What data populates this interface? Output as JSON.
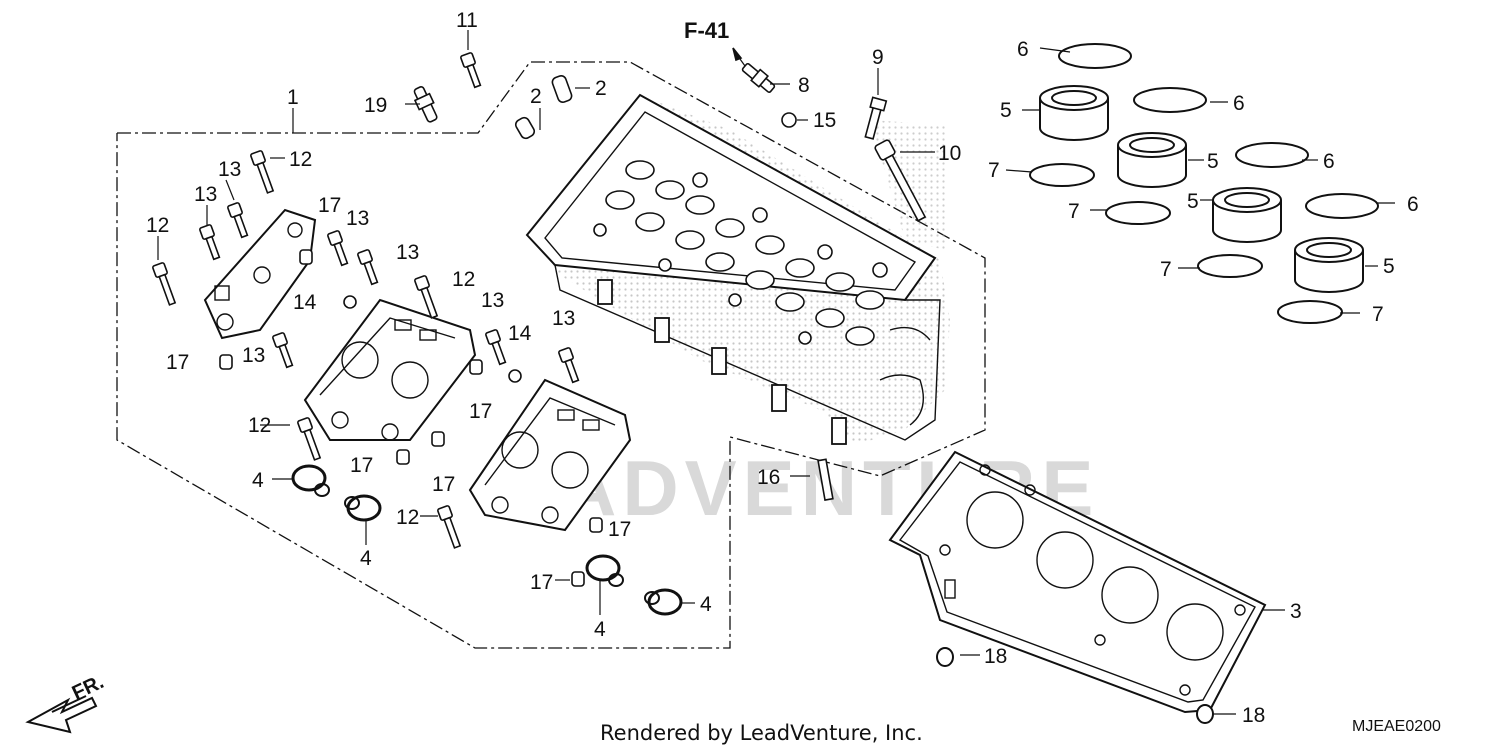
{
  "diagram": {
    "reference_label": "F-41",
    "direction_label": "FR.",
    "watermark": "ADVENTURE",
    "credit": "Rendered by LeadVenture, Inc.",
    "diagram_code": "MJEAE0200"
  },
  "callouts": {
    "c1": "1",
    "c2a": "2",
    "c2b": "2",
    "c3": "3",
    "c4a": "4",
    "c4b": "4",
    "c4c": "4",
    "c4d": "4",
    "c5a": "5",
    "c5b": "5",
    "c5c": "5",
    "c5d": "5",
    "c6a": "6",
    "c6b": "6",
    "c6c": "6",
    "c6d": "6",
    "c7a": "7",
    "c7b": "7",
    "c7c": "7",
    "c7d": "7",
    "c8": "8",
    "c9": "9",
    "c10": "10",
    "c11": "11",
    "c12a": "12",
    "c12b": "12",
    "c12c": "12",
    "c12d": "12",
    "c12e": "12",
    "c13a": "13",
    "c13b": "13",
    "c13c": "13",
    "c13d": "13",
    "c13e": "13",
    "c13f": "13",
    "c13g": "13",
    "c14a": "14",
    "c14b": "14",
    "c15": "15",
    "c16": "16",
    "c17a": "17",
    "c17b": "17",
    "c17c": "17",
    "c17d": "17",
    "c17e": "17",
    "c17f": "17",
    "c17g": "17",
    "c18a": "18",
    "c18b": "18",
    "c19": "19"
  },
  "colors": {
    "line": "#111111",
    "background": "#ffffff",
    "watermark": "#d9d9d9",
    "stipple": "#9a9a9a"
  }
}
